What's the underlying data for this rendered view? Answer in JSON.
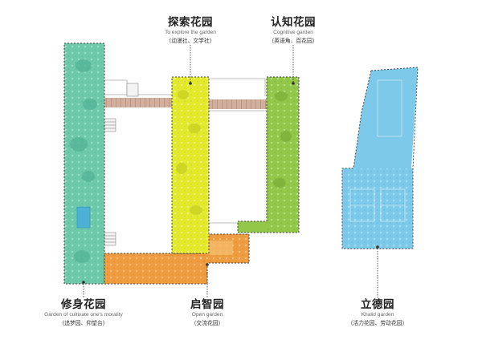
{
  "gardens": {
    "explore": {
      "title": "探索花园",
      "english": "To explore the garden",
      "facilities": "（动漫社、文学社）",
      "color": "#e3ea2e"
    },
    "cognitive": {
      "title": "认知花园",
      "english": "Cognitive garden",
      "facilities": "（英语角、百花园）",
      "color": "#93c74a"
    },
    "cultivate": {
      "title": "修身花园",
      "english": "Garden of cultivate one's morality",
      "facilities": "（追梦园、仰望台）",
      "color": "#6cc9a9"
    },
    "open": {
      "title": "启智园",
      "english": "Open garden",
      "facilities": "（交流花园）",
      "color": "#ee9c3f"
    },
    "virtue": {
      "title": "立德园",
      "english": "Khalid garden",
      "facilities": "（活力花园、劳动花园）",
      "color": "#7cc9ea"
    }
  }
}
